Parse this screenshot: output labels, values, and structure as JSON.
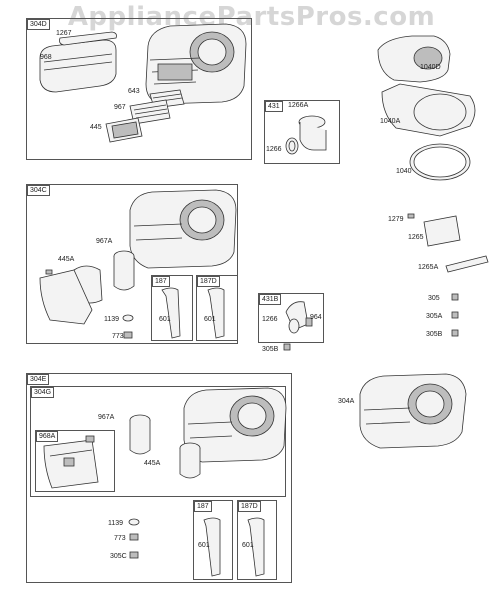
{
  "watermark": "AppliancePartsPros.com",
  "frames": {
    "f304D": "304D",
    "f431": "431",
    "f304C": "304C",
    "f187a": "187",
    "f187Da": "187D",
    "f431B": "431B",
    "f304E": "304E",
    "f304G": "304G",
    "f968A": "968A",
    "f187b": "187",
    "f187Db": "187D"
  },
  "labels": {
    "l1267": "1267",
    "l968": "968",
    "l643": "643",
    "l967": "967",
    "l445": "445",
    "l1266A": "1266A",
    "l1266": "1266",
    "l1040D": "1040D",
    "l1040A": "1040A",
    "l1040": "1040",
    "l967A": "967A",
    "l445A": "445A",
    "l1139": "1139",
    "l773": "773",
    "l601a": "601",
    "l601b": "601",
    "l1266b": "1266",
    "l964": "964",
    "l305B": "305B",
    "l1279": "1279",
    "l1265": "1265",
    "l1265A": "1265A",
    "l305": "305",
    "l305A": "305A",
    "l305Bb": "305B",
    "l304A": "304A",
    "l967Ab": "967A",
    "l445Ab": "445A",
    "l1139b": "1139",
    "l773b": "773",
    "l305C": "305C",
    "l601c": "601",
    "l601d": "601"
  }
}
